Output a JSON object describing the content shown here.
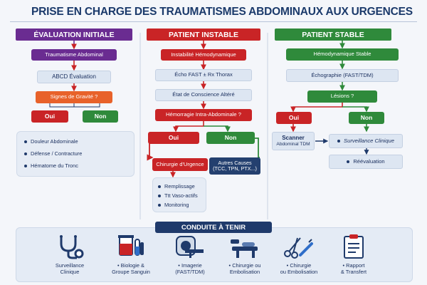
{
  "title": "PRISE EN CHARGE DES TRAUMATISMES ABDOMINAUX AUX URGENCES",
  "colors": {
    "purple": "#6a2c91",
    "red": "#c92426",
    "green": "#2f8a3b",
    "orange": "#e8622a",
    "navy": "#1f3a6b"
  },
  "col1": {
    "header": "ÉVALUATION INITIALE",
    "trauma": "Traumatisme Abdominal",
    "abcd": "ABCD Évaluation",
    "signes": "Signes de Gravité ?",
    "oui": "Oui",
    "non": "Non",
    "list": [
      "Douleur Abdominale",
      "Défense / Contracture",
      "Hématome du Tronc"
    ]
  },
  "col2": {
    "header": "PATIENT INSTABLE",
    "instab": "Instabilité Hémodynamique",
    "echo": "Écho FAST ± Rx Thorax",
    "conscience": "État de Conscience Altéré",
    "hemorragie": "Hémorragie Intra-Abdominale ?",
    "oui": "Oui",
    "non": "Non",
    "chirurgie": "Chirurgie d'Urgence",
    "autres_line1": "Autres Causes",
    "autres_line2": "(TCC, TPN, PTX...)",
    "list": [
      "Remplissage",
      "Ttt Vaso-actifs",
      "Monitoring"
    ]
  },
  "col3": {
    "header": "PATIENT STABLE",
    "stable": "Hémodynamique Stable",
    "echographie": "Échographie (FAST/TDM)",
    "lesions": "Lésions ?",
    "oui": "Oui",
    "non": "Non",
    "scanner_line1": "Scanner",
    "scanner_line2": "Abdominal TDM",
    "surveillance": "Surveillance Clinique",
    "reevaluation": "Réévaluation"
  },
  "conduite": {
    "header": "CONDUITE À TENIR",
    "items": [
      {
        "icon": "stethoscope-icon",
        "line1": "Surveillance",
        "line2": "Clinique"
      },
      {
        "icon": "lab-tubes-icon",
        "line1": "• Biologie &",
        "line2": "Groupe Sanguin"
      },
      {
        "icon": "ct-scanner-icon",
        "line1": "• Imagerie",
        "line2": "(FAST/TDM)"
      },
      {
        "icon": "operating-table-icon",
        "line1": "• Chirurgie ou",
        "line2": "Embolisation"
      },
      {
        "icon": "surgical-tools-icon",
        "line1": "• Chirurgie",
        "line2": "ou Embolisation"
      },
      {
        "icon": "clipboard-icon",
        "line1": "• Rapport",
        "line2": "& Transfert"
      }
    ]
  }
}
